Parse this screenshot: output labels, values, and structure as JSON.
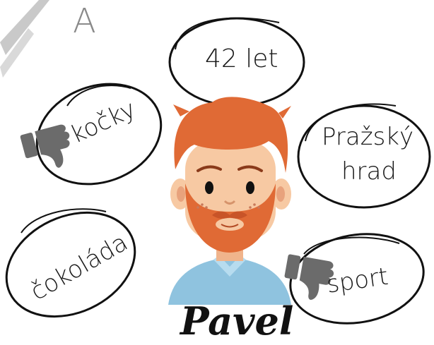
{
  "corner_letter": "A",
  "bubbles": {
    "age": "42 let",
    "castle_line1": "Pražský",
    "castle_line2": "hrad",
    "cats": "kočky",
    "chocolate": "čokoláda",
    "sport": "sport"
  },
  "person_name": "Pavel",
  "icons": [
    "thumbs-down-icon",
    "thumbs-down-icon"
  ],
  "colors": {
    "hair": "#e06a35",
    "skin": "#f7c9a3",
    "shirt": "#8fc3df",
    "thumb": "#6b6b6b",
    "ink": "#111111"
  }
}
